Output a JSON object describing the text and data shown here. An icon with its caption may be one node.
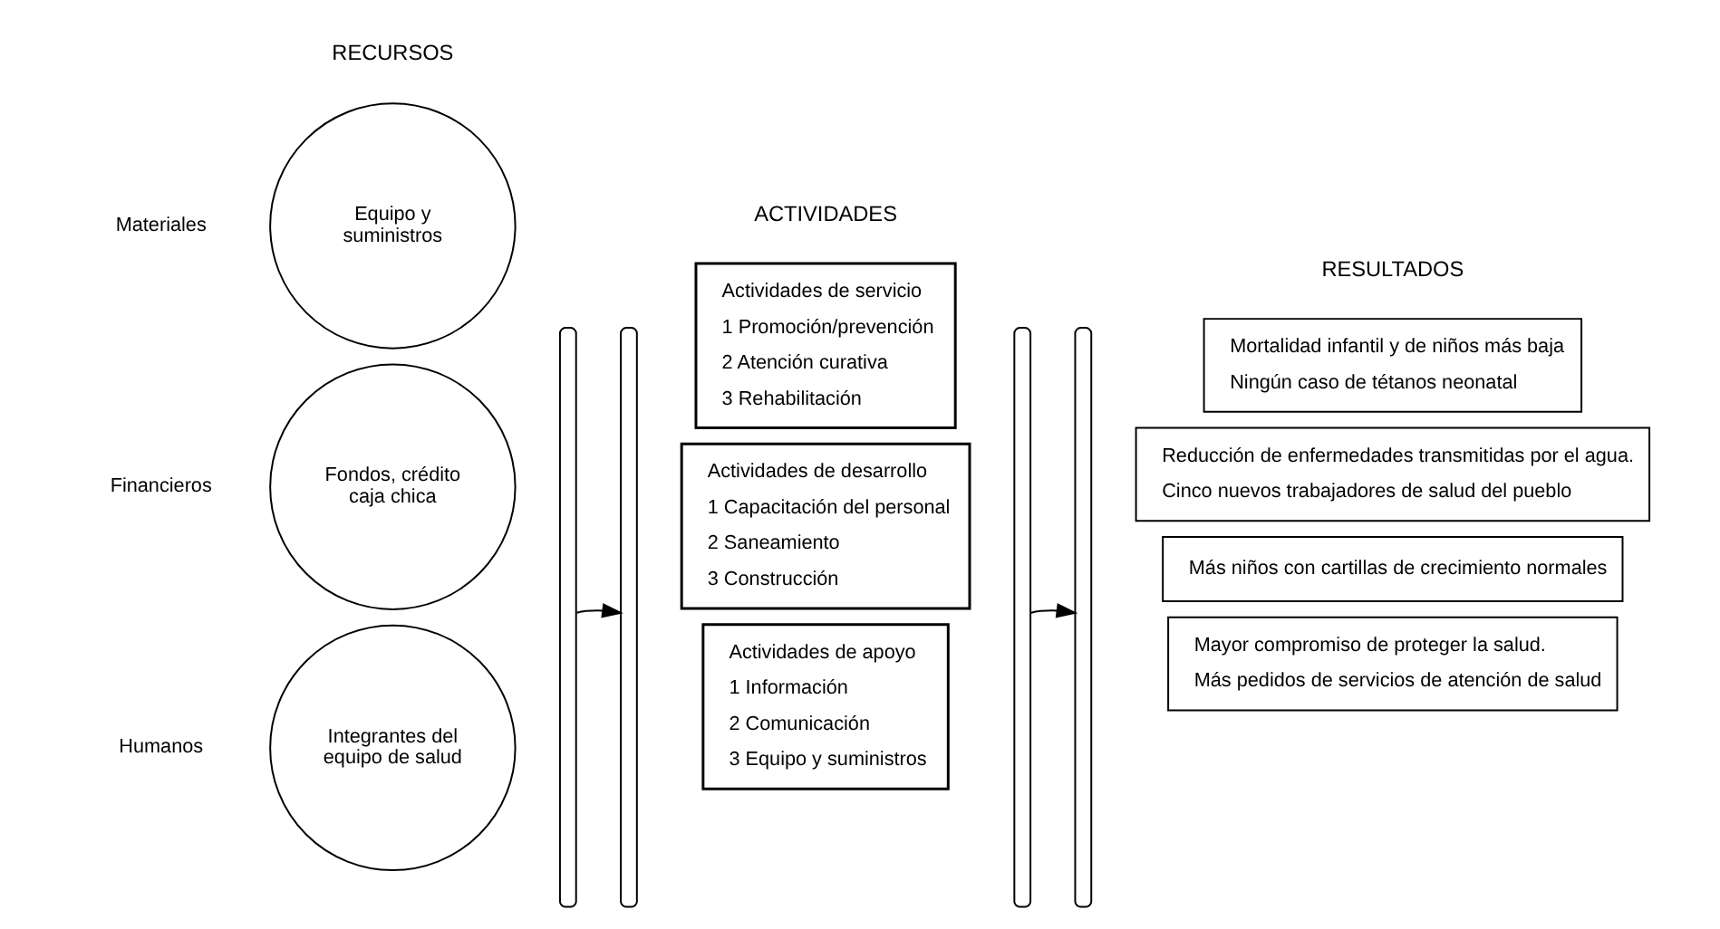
{
  "diagram": {
    "nodes": [
      {
        "text": [
          "Integrantes del equipo de salud"
        ],
        "beside": [
          "Humanos"
        ]
      },
      {
        "text": [
          "Equipo y suministros"
        ],
        "beside": [
          "Materiales"
        ]
      },
      {
        "text": [
          "Fondos, crédito caja chica"
        ],
        "beside": [
          "Financieros"
        ]
      },
      {
        "text": [],
        "shape": "brace"
      },
      {
        "text": [],
        "shape": "brace"
      },
      {
        "text": [
          "Actividades de servicio",
          "1 Promoción/prevención",
          "2 Atención curativa",
          "3 Rehabilitación"
        ]
      },
      {
        "text": [
          "Actividades de desarrollo",
          "1 Capacitación del personal",
          "2 Saneamiento",
          "3 Construcción"
        ]
      },
      {
        "text": [
          "Actividades de apoyo",
          "1 Información",
          "2 Comunicación",
          "3 Equipo y suministros"
        ]
      },
      {
        "text": [],
        "shape": "brace"
      },
      {
        "text": [],
        "shape": "brace"
      },
      {
        "text": [
          "Mortalidad infantil y de niños más baja",
          "Ningún caso de tétanos neonatal"
        ]
      },
      {
        "text": [
          "Reducción de enfermedades transmitidas por el agua.",
          "Cinco nuevos trabajadores de salud del pueblo"
        ]
      },
      {
        "text": [
          "Más niños con cartillas de crecimiento normales"
        ]
      },
      {
        "text": [
          "Mayor compromiso de proteger la salud.",
          "Más pedidos de servicios de atención de salud"
        ]
      }
    ],
    "edges": [
      {
        "from": 3,
        "to": 4,
        "arrow": "to"
      },
      {
        "from": 8,
        "to": 9,
        "arrow": "to"
      }
    ],
    "labels": [
      "RECURSOS",
      "ACTIVIDADES",
      "RESULTADOS"
    ]
  }
}
